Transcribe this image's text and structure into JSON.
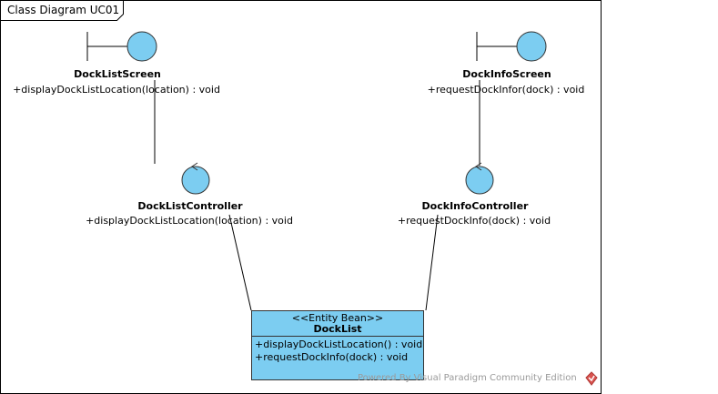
{
  "diagram": {
    "title": "Class Diagram  UC01",
    "colors": {
      "fill": "#7ccdf1",
      "stroke": "#333333",
      "watermark": "#9a9a9a"
    },
    "elements": {
      "dock_list_screen": {
        "kind": "boundary",
        "name": "DockListScreen",
        "operation": "+displayDockListLocation(location) : void"
      },
      "dock_info_screen": {
        "kind": "boundary",
        "name": "DockInfoScreen",
        "operation": "+requestDockInfor(dock) : void"
      },
      "dock_list_controller": {
        "kind": "control",
        "name": "DockListController",
        "operation": "+displayDockListLocation(location) : void"
      },
      "dock_info_controller": {
        "kind": "control",
        "name": "DockInfoController",
        "operation": "+requestDockInfo(dock) : void"
      },
      "dock_list": {
        "kind": "entity",
        "stereotype": "<<Entity Bean>>",
        "name": "DockList",
        "operations": [
          "+displayDockListLocation() : void",
          "+requestDockInfo(dock) : void"
        ]
      }
    },
    "watermark": "Powered By Visual Paradigm Community Edition"
  }
}
